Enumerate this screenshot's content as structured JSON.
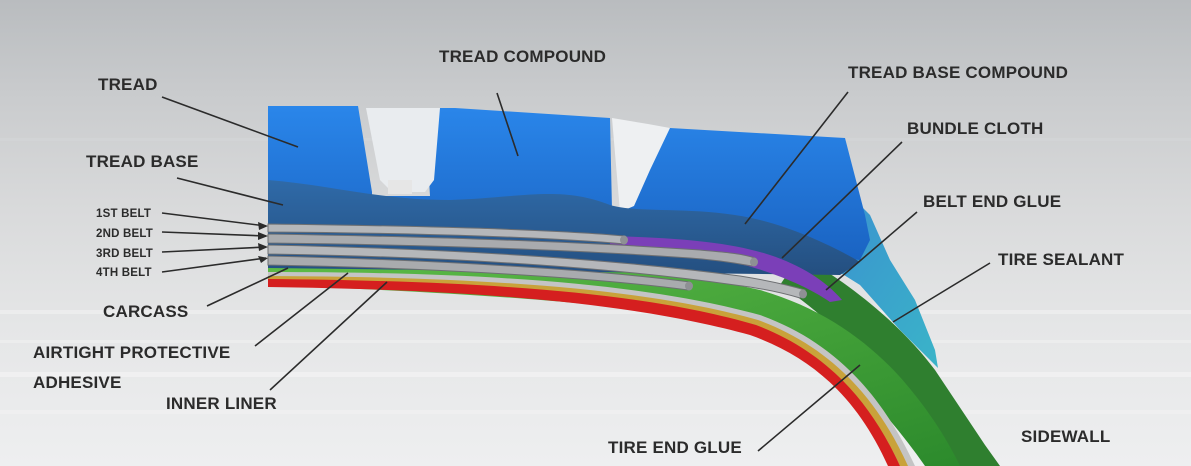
{
  "labels": {
    "tread": "TREAD",
    "tread_compound": "TREAD COMPOUND",
    "tread_base_compound": "TREAD BASE COMPOUND",
    "bundle_cloth": "BUNDLE CLOTH",
    "tread_base": "TREAD BASE",
    "belt_end_glue": "BELT END GLUE",
    "belt_1": "1ST BELT",
    "belt_2": "2ND BELT",
    "belt_3": "3RD BELT",
    "belt_4": "4TH BELT",
    "tire_sealant": "TIRE SEALANT",
    "carcass": "CARCASS",
    "airtight_protective": "AIRTIGHT PROTECTIVE",
    "adhesive": "ADHESIVE",
    "inner_liner": "INNER LINER",
    "tire_end_glue": "TIRE END GLUE",
    "sidewall": "SIDEWALL"
  },
  "colors": {
    "tread": "#1f73d6",
    "tread_base": "#2a5f96",
    "belt": "#a9abae",
    "belt_end_glue": "#7b3fb8",
    "carcass": "#3f9b35",
    "sealant": "#3aa0c8",
    "inner_liner": "#d51f1f",
    "adhesive_layer": "#c9a23a",
    "sidewall": "#2f7a2f"
  }
}
